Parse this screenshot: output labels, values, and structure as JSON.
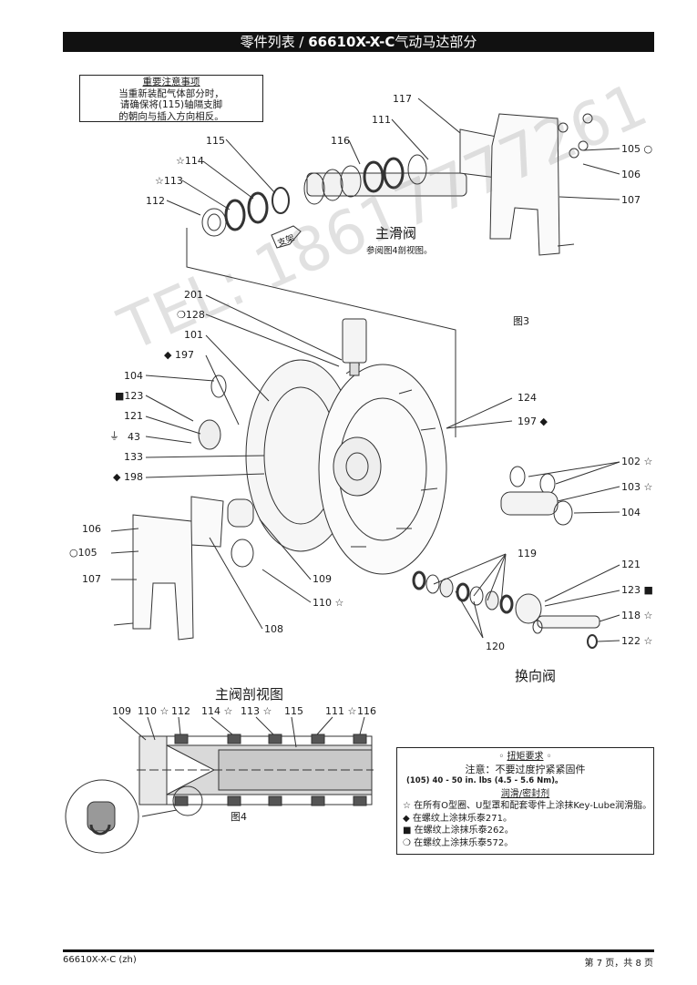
{
  "header": {
    "title_prefix": "零件列表 / ",
    "title_model": "66610X-X-C",
    "title_suffix": "气动马达部分"
  },
  "notice": {
    "heading": "重要注意事项",
    "line1": "当重新装配气体部分时，",
    "line2": "请确保将(115)轴隔支脚",
    "line3": "的朝向与插入方向相反。"
  },
  "section_labels": {
    "main_valve": "主滑阀",
    "main_valve_ref": "参阅图4剖视图。",
    "fig3": "图3",
    "reversing_valve": "换向阀",
    "main_valve_section": "主阀剖视图",
    "fig4": "图4",
    "arrow_tag": "支架"
  },
  "callouts": {
    "c117": "117",
    "c111": "111",
    "c116": "116",
    "c115": "115",
    "c114": "☆114",
    "c113": "☆113",
    "c112": "112",
    "c105a": "105 ○",
    "c106a": "106",
    "c107a": "107",
    "c201": "201",
    "c128": "❍128",
    "c101": "101",
    "c197a": "◆ 197",
    "c104a": "104",
    "c123a": "■123",
    "c121a": "121",
    "c43": "43",
    "c133": "133",
    "c198": "◆ 198",
    "c106b": "106",
    "c105b": "○105",
    "c107b": "107",
    "c108": "108",
    "c109": "109",
    "c110": "110 ☆",
    "c124": "124",
    "c197b": "197 ◆",
    "c102": "102 ☆",
    "c103": "103 ☆",
    "c104b": "104",
    "c119": "119",
    "c121b": "121",
    "c123b": "123 ■",
    "c118": "118 ☆",
    "c122": "122 ☆",
    "c120": "120",
    "s109": "109",
    "s110": "110 ☆",
    "s112": "112",
    "s114": "114 ☆",
    "s113": "113 ☆",
    "s115": "115",
    "s111": "111 ☆",
    "s116": "116"
  },
  "torque": {
    "heading": "扭矩要求",
    "note": "注意：不要过度拧紧紧固件",
    "spec": "(105) 40 - 50 in. lbs (4.5 - 5.6 Nm)。",
    "lube_heading": "润滑/密封剂",
    "lube1": "☆ 在所有O型圈、U型罩和配套零件上涂抹Key-Lube润滑脂。",
    "lube2": "◆ 在螺纹上涂抹乐泰271。",
    "lube3": "■ 在螺纹上涂抹乐泰262。",
    "lube4": "❍ 在螺纹上涂抹乐泰572。"
  },
  "watermark": "TEL: 18617777261",
  "footer": {
    "left": "66610X-X-C (zh)",
    "right": "第 7 页，共 8 页"
  }
}
